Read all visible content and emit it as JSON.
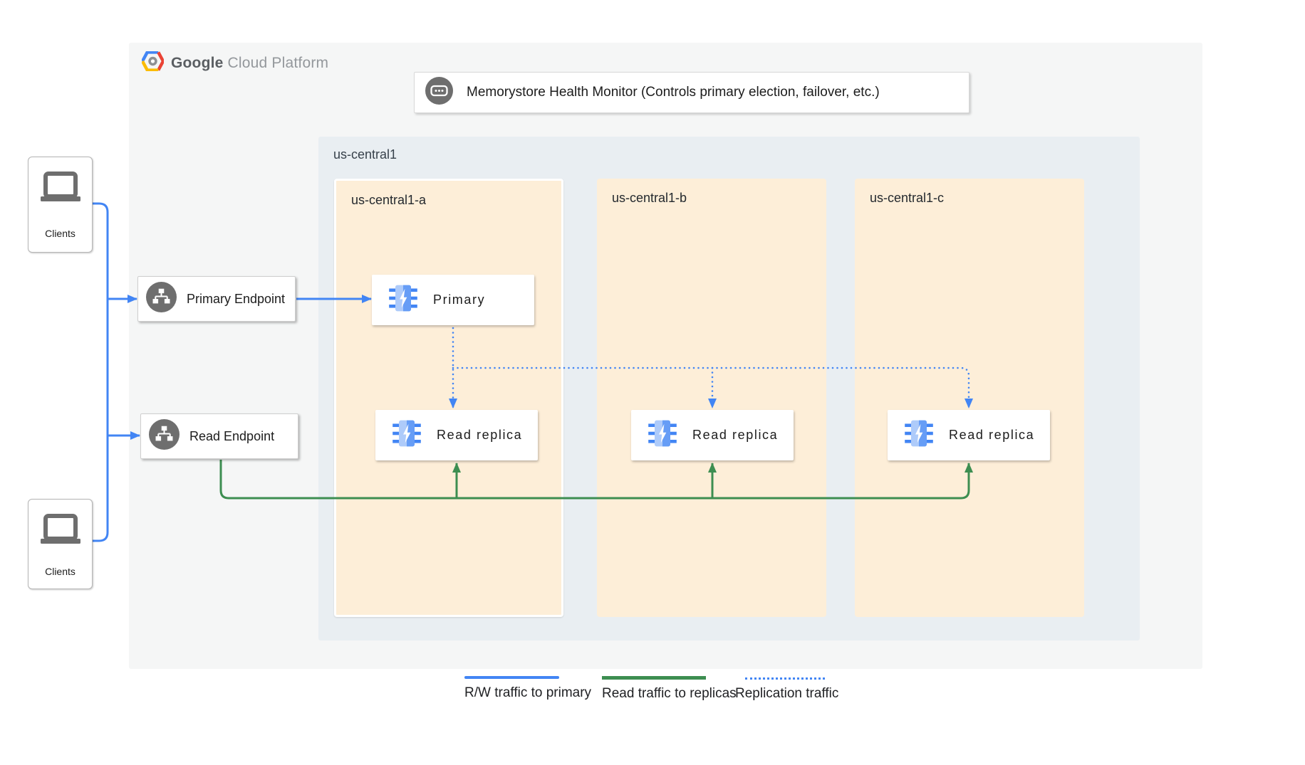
{
  "logo": {
    "brand": "Google",
    "suffix": "Cloud Platform"
  },
  "health_monitor": {
    "label": "Memorystore Health Monitor (Controls primary election, failover, etc.)"
  },
  "clients": {
    "top_label": "Clients",
    "bottom_label": "Clients"
  },
  "endpoints": {
    "primary_label": "Primary Endpoint",
    "read_label": "Read Endpoint"
  },
  "region": {
    "label": "us-central1",
    "zones": [
      {
        "label": "us-central1-a",
        "primary_label": "Primary",
        "replica_label": "Read replica"
      },
      {
        "label": "us-central1-b",
        "replica_label": "Read replica"
      },
      {
        "label": "us-central1-c",
        "replica_label": "Read replica"
      }
    ]
  },
  "legend": {
    "rw_label": "R/W traffic to primary",
    "read_label": "Read traffic to replicas",
    "replication_label": "Replication traffic"
  },
  "colors": {
    "rw_traffic_blue": "#4285f4",
    "read_traffic_green": "#3d8e51",
    "replication_traffic_blue": "#4285f4",
    "zone_fill": "#fdeed8",
    "region_fill": "#e9eef2",
    "panel_fill": "#f5f6f6",
    "icon_gray": "#6e6e6e",
    "memorystore_light_blue": "#aecbfa",
    "memorystore_blue": "#669df6"
  }
}
